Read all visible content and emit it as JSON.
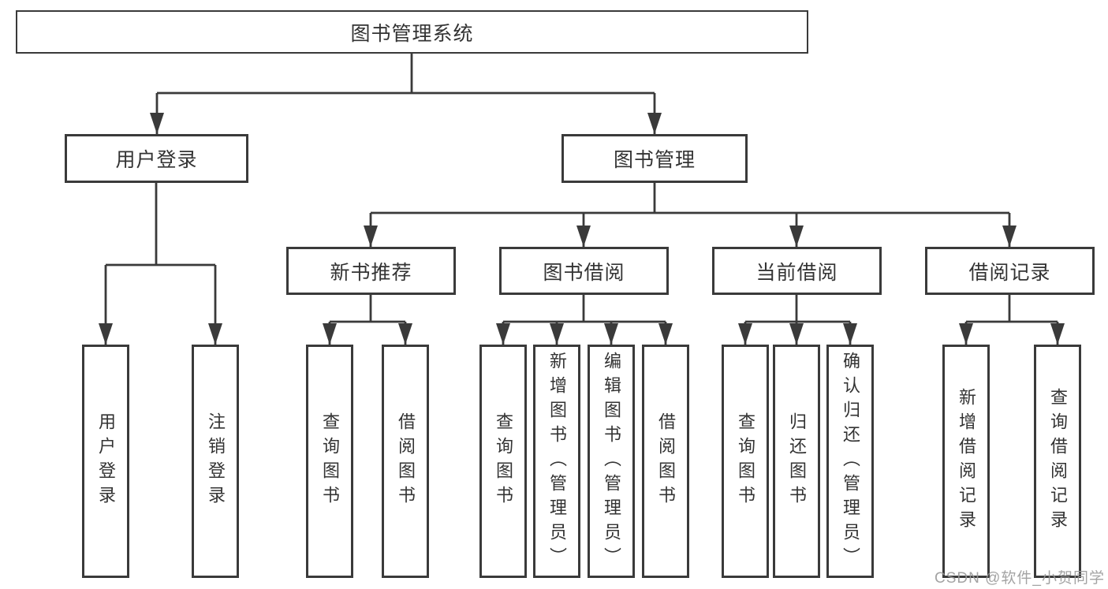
{
  "colors": {
    "line": "#3a3a3a",
    "text": "#333333",
    "box_background": "#ffffff",
    "watermark": "#9a9a9a"
  },
  "tree": {
    "root": {
      "label": "图书管理系统"
    },
    "branches": [
      {
        "label": "用户登录",
        "children": [
          {
            "label": "用户登录"
          },
          {
            "label": "注销登录"
          }
        ]
      },
      {
        "label": "图书管理",
        "children": [
          {
            "label": "新书推荐",
            "children": [
              {
                "label": "查询图书"
              },
              {
                "label": "借阅图书"
              }
            ]
          },
          {
            "label": "图书借阅",
            "children": [
              {
                "label": "查询图书"
              },
              {
                "label": "新增图书（管理员）"
              },
              {
                "label": "编辑图书（管理员）"
              },
              {
                "label": "借阅图书"
              }
            ]
          },
          {
            "label": "当前借阅",
            "children": [
              {
                "label": "查询图书"
              },
              {
                "label": "归还图书"
              },
              {
                "label": "确认归还（管理员）"
              }
            ]
          },
          {
            "label": "借阅记录",
            "children": [
              {
                "label": "新增借阅记录"
              },
              {
                "label": "查询借阅记录"
              }
            ]
          }
        ]
      }
    ]
  },
  "watermark": {
    "text": "CSDN @软件_小贺同学"
  }
}
